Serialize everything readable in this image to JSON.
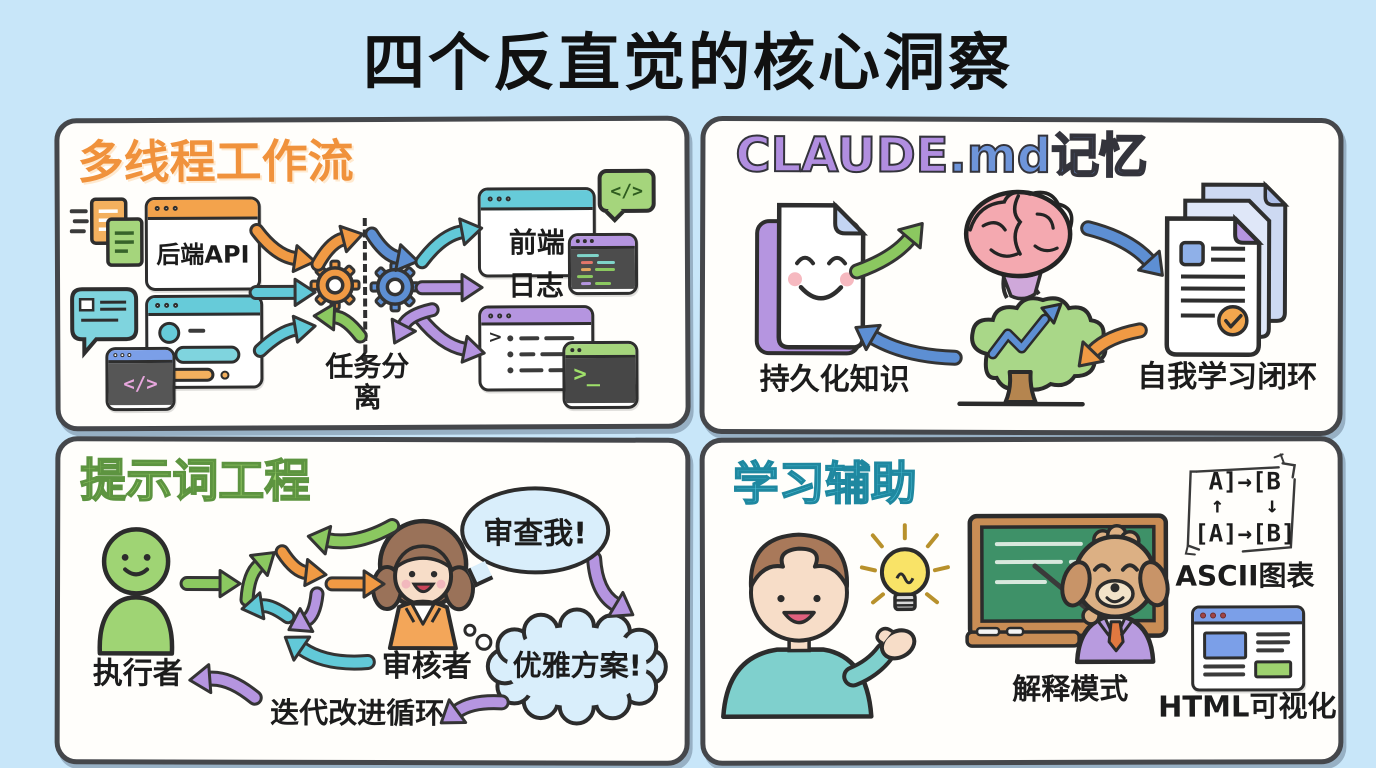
{
  "page": {
    "title": "四个反直觉的核心洞察"
  },
  "panel_workflow": {
    "title": "多线程工作流",
    "backend_window": "后端API",
    "frontend_window": "前端",
    "log_title": "日志",
    "separation_label": "任务分离",
    "code_glyph_left": "</>",
    "code_glyph_right": "</>",
    "terminal_glyph": ">_"
  },
  "panel_memory": {
    "title_claude": "CLAUDE",
    "title_suffix": ".md记忆",
    "persist_label": "持久化知识",
    "self_learn_label": "自我学习闭环"
  },
  "panel_prompt": {
    "title": "提示词工程",
    "executor_label": "执行者",
    "reviewer_label": "审核者",
    "review_bubble": "审查我!",
    "solution_bubble": "优雅方案!",
    "iteration_label": "迭代改进循环"
  },
  "panel_learning": {
    "title": "学习辅助",
    "explain_label": "解释模式",
    "ascii_row1": "A]→[B",
    "ascii_up": "↑",
    "ascii_down": "↓",
    "ascii_row2": "[A]→[B]",
    "ascii_label": "ASCII图表",
    "html_label": "HTML可视化"
  },
  "colors": {
    "background": "#c8e6f9",
    "orange": "#f09a44",
    "teal": "#62c9d8",
    "green": "#8bc860",
    "purple": "#b595e0",
    "blue": "#5d8fd3",
    "brain_pink": "#f4a9b0",
    "board_green": "#3e9168",
    "bulb_yellow": "#f9e367"
  }
}
